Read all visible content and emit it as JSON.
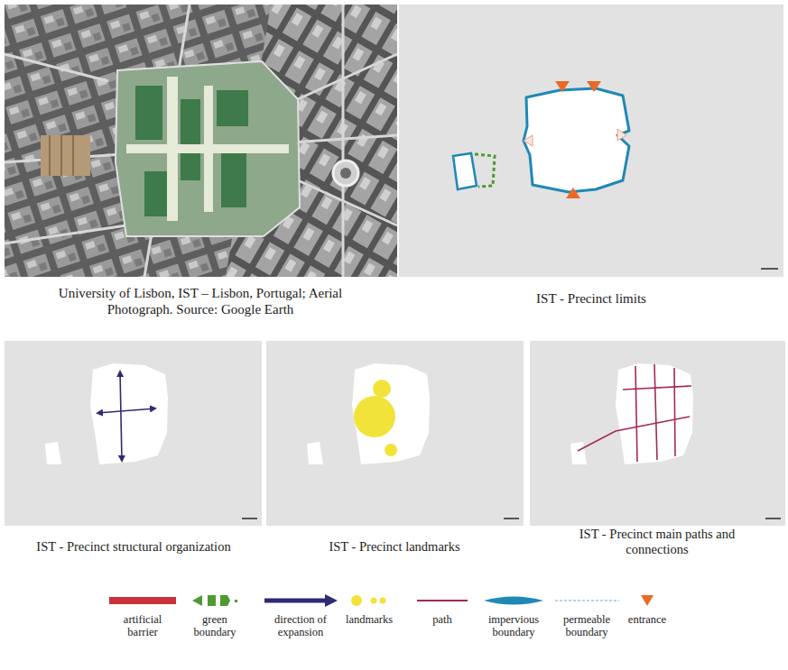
{
  "diagram": {
    "labels": [
      "University of Lisbon, IST – Lisbon, Portugal; Aerial Photograph. Source: Google Earth",
      "IST - Precinct limits",
      "IST - Precinct structural organization",
      "IST - Precinct landmarks",
      "IST - Precinct main paths and connections"
    ],
    "legend": [
      {
        "text": "artificial barrier",
        "color": "#c8323a"
      },
      {
        "text": "green boundary"
      },
      {
        "text": "direction of expansion"
      },
      {
        "text": "landmarks"
      },
      {
        "text": "path"
      },
      {
        "text": "impervious boundary"
      },
      {
        "text": "permeable boundary"
      },
      {
        "text": "entrance"
      }
    ]
  }
}
